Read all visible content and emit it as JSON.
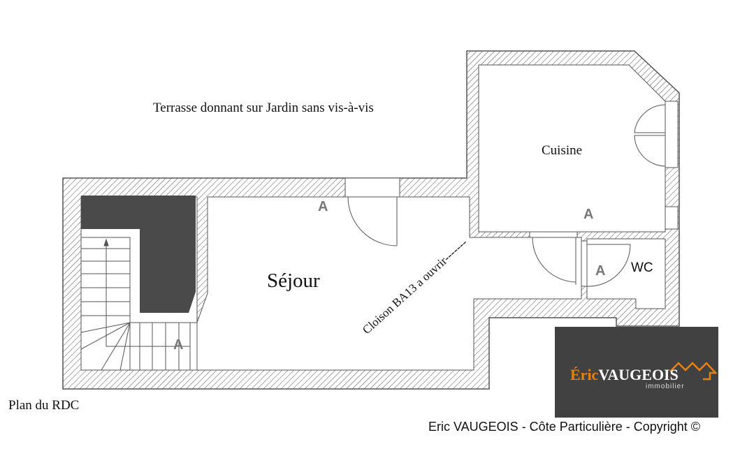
{
  "plan": {
    "title": "Plan du RDC",
    "terrace_label": "Terrasse donnant sur Jardin sans vis-à-vis",
    "rooms": {
      "sejour": "Séjour",
      "cuisine": "Cuisine",
      "wc": "WC"
    },
    "annotation": "Cloison BA13 a ouvrir-------",
    "markers": [
      "A",
      "A",
      "A",
      "A"
    ]
  },
  "logo": {
    "first": "Éric",
    "last": "VAUGEOIS",
    "sub": "immobilier"
  },
  "footer": "Eric VAUGEOIS - Côte Particulière - Copyright ©",
  "colors": {
    "wall_fill": "#ffffff",
    "dark_block": "#4a4a4a",
    "logo_bg": "#414141",
    "logo_accent": "#e8820c"
  }
}
